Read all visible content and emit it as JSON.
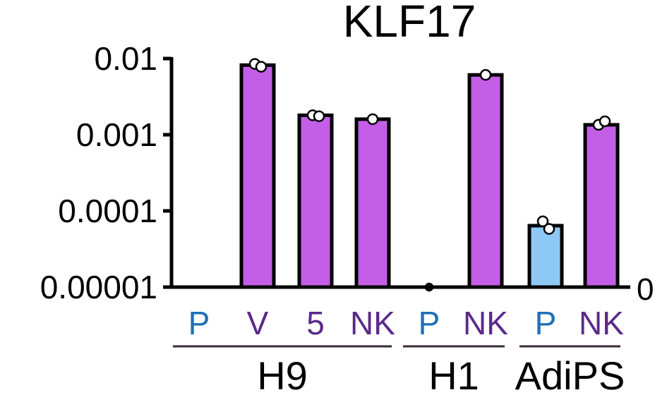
{
  "chart_data": {
    "type": "bar",
    "title": "KLF17",
    "y_scale": "log",
    "ylim": [
      1e-05,
      0.01
    ],
    "y_ticks": [
      "0.01",
      "0.001",
      "0.0001",
      "0.00001"
    ],
    "y_tick_values": [
      0.01,
      0.001,
      0.0001,
      1e-05
    ],
    "axis_end_label": "0",
    "categories": [
      "P",
      "V",
      "5",
      "NK",
      "P",
      "NK",
      "P",
      "NK"
    ],
    "values": [
      null,
      0.0082,
      0.0018,
      0.0016,
      null,
      0.0061,
      6.4e-05,
      0.00135
    ],
    "points": [
      [],
      [
        0.0085,
        0.0078
      ],
      [
        0.0018,
        0.00175
      ],
      [
        0.0016
      ],
      [
        1e-05
      ],
      [
        0.0061
      ],
      [
        7.3e-05,
        5.8e-05
      ],
      [
        0.00135,
        0.0015
      ]
    ],
    "category_colors": [
      "#1f6fb5",
      "#5a2a8a",
      "#5a2a8a",
      "#5a2a8a",
      "#1f6fb5",
      "#5a2a8a",
      "#1f6fb5",
      "#5a2a8a"
    ],
    "bar_colors": [
      "#c45ee6",
      "#c45ee6",
      "#c45ee6",
      "#c45ee6",
      "#c45ee6",
      "#c45ee6",
      "#8ec8f5",
      "#c45ee6"
    ],
    "groups": [
      {
        "label": "H9",
        "start": 0,
        "end": 3
      },
      {
        "label": "H1",
        "start": 4,
        "end": 5
      },
      {
        "label": "AdiPS",
        "start": 6,
        "end": 7
      }
    ]
  }
}
